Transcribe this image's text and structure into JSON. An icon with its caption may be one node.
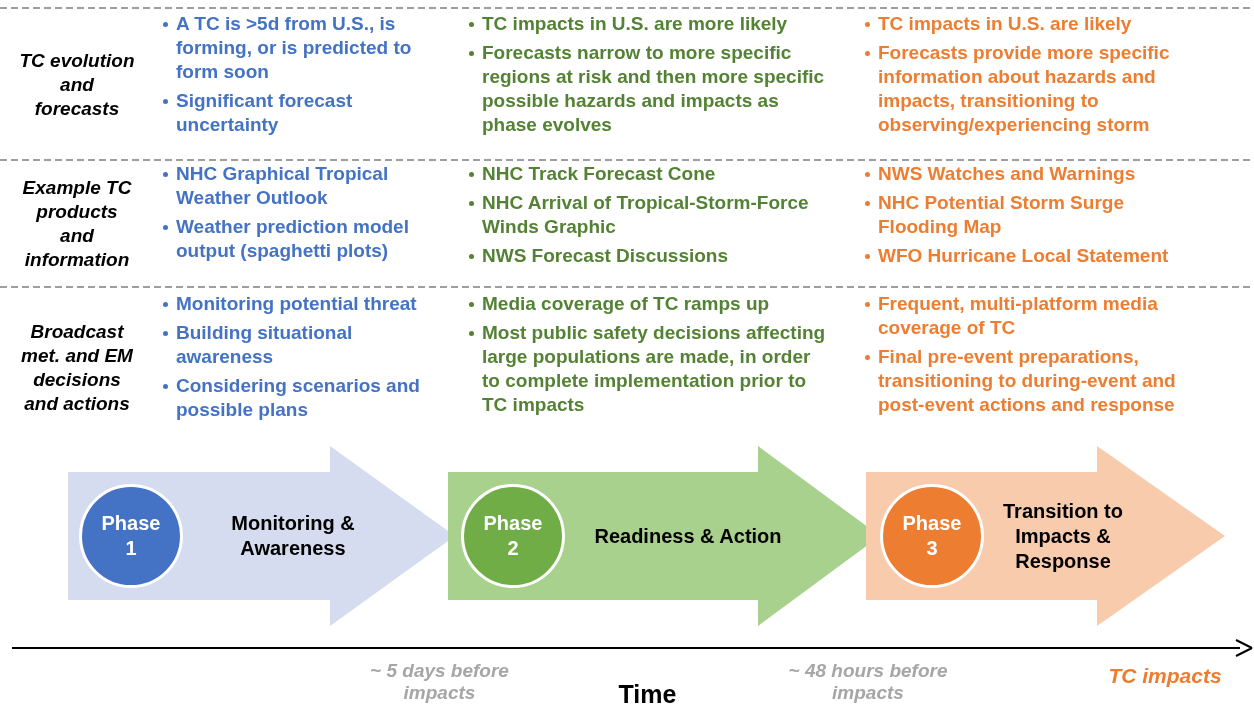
{
  "diagram": {
    "nodes": [
      {
        "text": [
          "Monitoring & Awareness"
        ]
      },
      {
        "text": [
          "Phase 1"
        ],
        "in": 0
      },
      {
        "text": [
          "Readiness & Action"
        ]
      },
      {
        "text": [
          "Phase 2"
        ],
        "in": 2
      },
      {
        "text": [
          "Transition to Impacts & Response"
        ]
      },
      {
        "text": [
          "Phase 3"
        ],
        "in": 4
      }
    ],
    "labels": [
      "TC evolution and forecasts",
      "A TC is >5d from U.S., is forming, or is predicted to form soon",
      "Significant forecast uncertainty",
      "TC impacts in U.S. are more likely",
      "Forecasts narrow to more specific regions at risk and then more specific possible hazards and impacts as phase evolves",
      "TC impacts in U.S. are likely",
      "Forecasts provide more specific information about hazards and impacts, transitioning to observing/experiencing storm",
      "Example TC products and information",
      "NHC Graphical Tropical Weather Outlook",
      "Weather prediction model output (spaghetti plots)",
      "NHC Track Forecast Cone",
      "NHC Arrival of Tropical-Storm-Force Winds Graphic",
      "NWS Forecast Discussions",
      "NWS Watches and Warnings",
      "NHC Potential Storm Surge Flooding Map",
      "WFO Hurricane Local Statement",
      "Broadcast met. and EM decisions and actions",
      "Monitoring potential threat",
      "Building situational awareness",
      "Considering scenarios and possible plans",
      "Media coverage of TC ramps up",
      "Most public safety decisions affecting large populations are made, in order to complete implementation prior to TC impacts",
      "Frequent, multi-platform media coverage of TC",
      "Final pre-event preparations, transitioning to during-event and post-event actions and response",
      "~ 5 days before impacts",
      "~ 48 hours before impacts",
      "TC impacts",
      "Time"
    ]
  }
}
